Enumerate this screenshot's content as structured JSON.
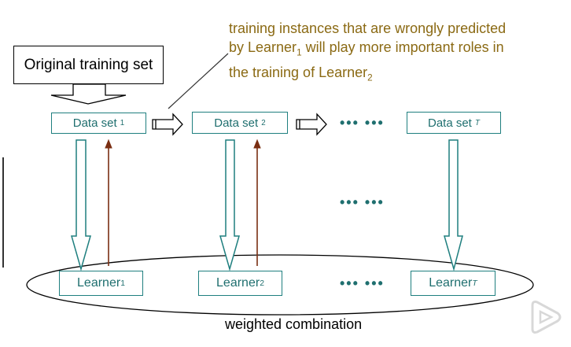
{
  "original_training_set": "Original training set",
  "annotation": {
    "line1": "training instances that are wrongly predicted",
    "line2_pre": "by Learner",
    "line2_sub": "1",
    "line2_post": " will play more important roles in",
    "line3_pre": "the training of Learner",
    "line3_sub": "2"
  },
  "datasets": [
    {
      "label": "Data set",
      "sub": "1"
    },
    {
      "label": "Data set",
      "sub": "2"
    },
    {
      "label": "Data set",
      "sub": "T"
    }
  ],
  "learners": [
    {
      "label": "Learner",
      "sub": "1"
    },
    {
      "label": "Learner",
      "sub": "2"
    },
    {
      "label": "Learner",
      "sub": "T"
    }
  ],
  "ellipsis": "••• •••",
  "combination": "weighted combination",
  "colors": {
    "teal": "#1f7f7f",
    "brown": "#7a2e12",
    "annotation": "#8b6a14"
  },
  "icons": {
    "play": "play-icon"
  }
}
